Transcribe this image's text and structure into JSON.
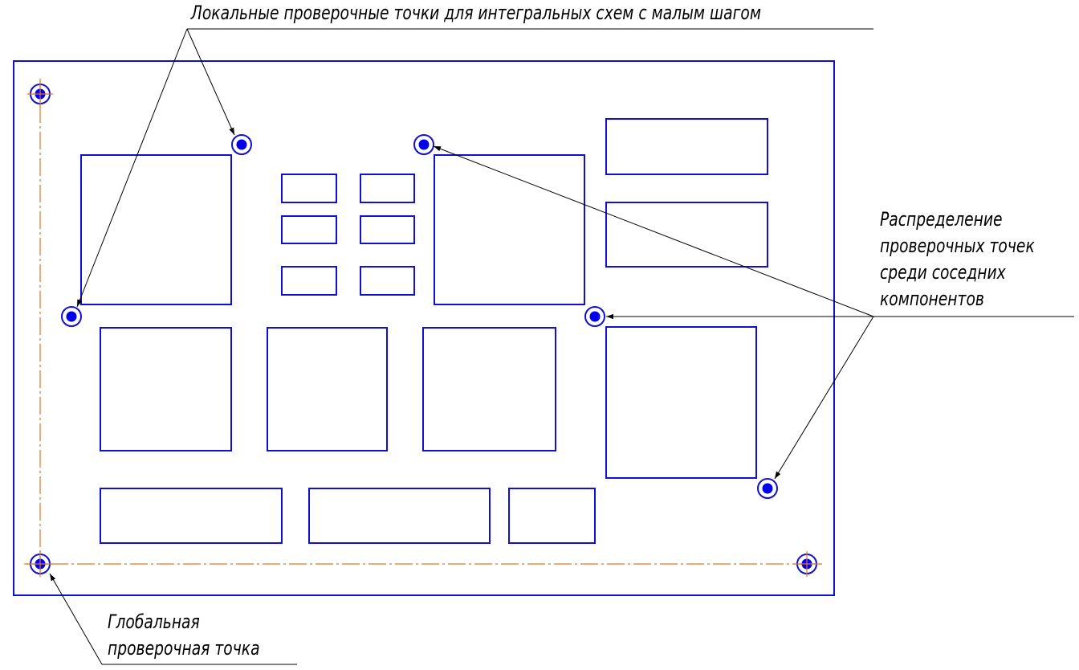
{
  "labels": {
    "local_test_points": "Локальные проверочные точки для интегральных схем с малым шагом",
    "distribution": [
      "Распределение",
      "проверочных точек",
      "среди соседних",
      "компонентов"
    ],
    "global_test_point": [
      "Глобальная",
      "проверочная точка"
    ]
  },
  "colors": {
    "board_outline": "#1010d0",
    "component_outline": "#1010d0",
    "test_point_fill": "#0000ee",
    "centerline": "#e07820",
    "leader": "#000000",
    "text": "#000000"
  }
}
